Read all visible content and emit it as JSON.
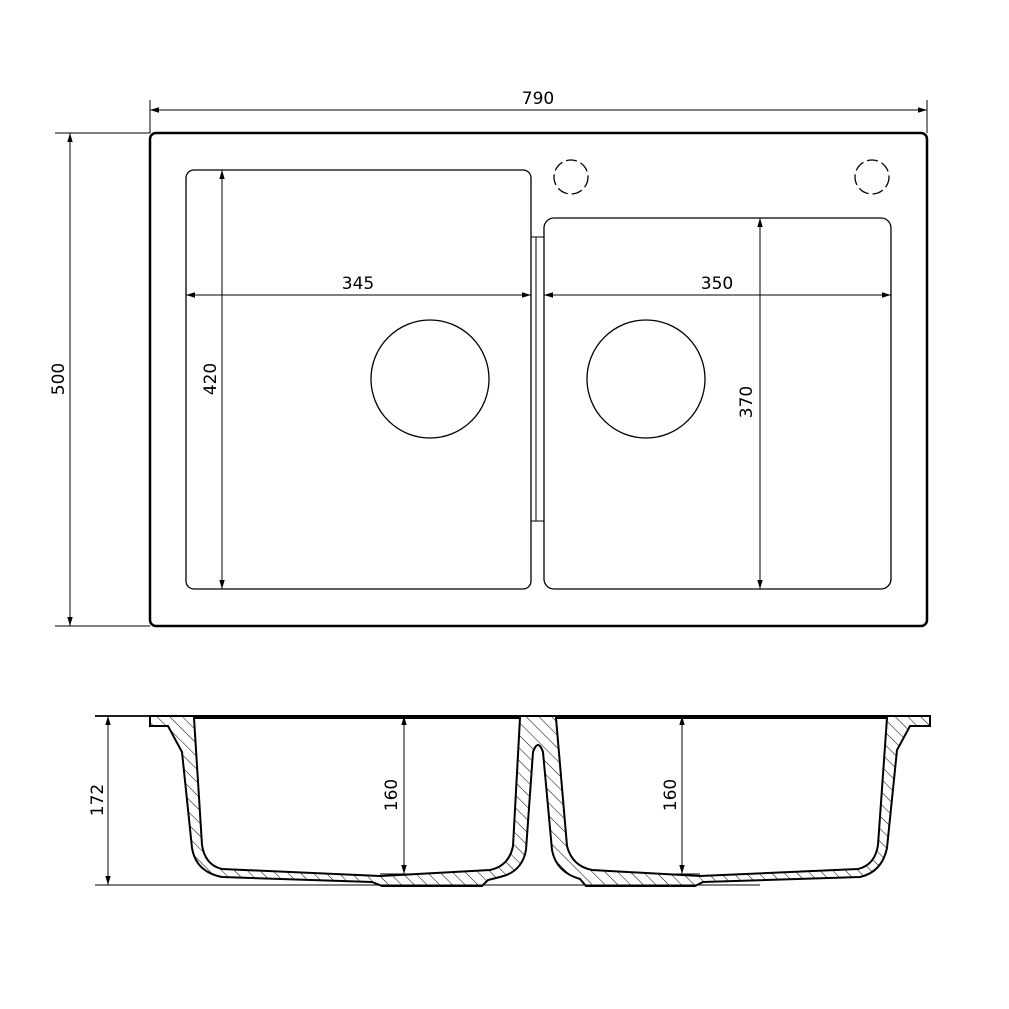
{
  "drawing": {
    "top_view": {
      "overall_width": "790",
      "overall_depth": "500",
      "left_bowl_width": "345",
      "left_bowl_depth": "420",
      "right_bowl_width": "350",
      "right_bowl_depth": "370"
    },
    "section_view": {
      "overall_height": "172",
      "left_bowl_depth": "160",
      "right_bowl_depth": "160"
    },
    "colors": {
      "line": "#000000",
      "background": "#ffffff"
    }
  }
}
